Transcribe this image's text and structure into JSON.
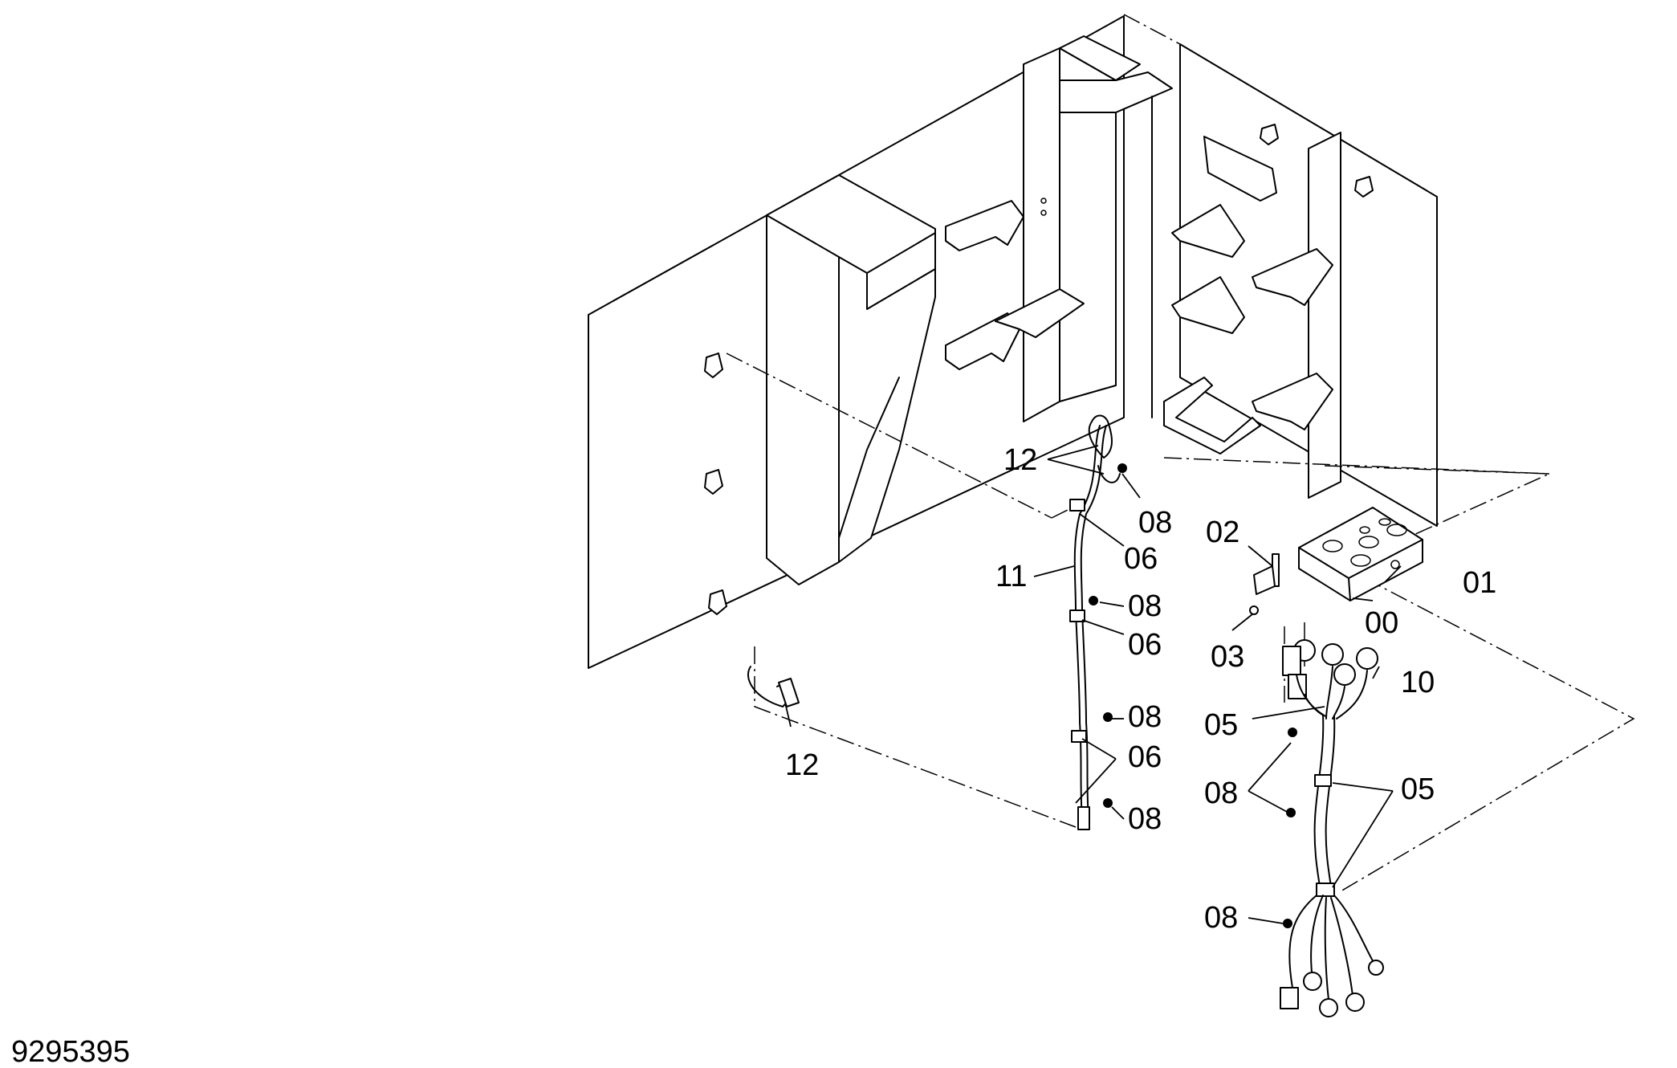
{
  "drawing_number": "9295395",
  "callouts": {
    "c00": "00",
    "c01": "01",
    "c02": "02",
    "c03": "03",
    "c05a": "05",
    "c05b": "05",
    "c06a": "06",
    "c06b": "06",
    "c06c": "06",
    "c08a": "08",
    "c08b": "08",
    "c08c": "08",
    "c08d": "08",
    "c08e": "08",
    "c08f": "08",
    "c10": "10",
    "c11": "11",
    "c12a": "12",
    "c12b": "12"
  }
}
